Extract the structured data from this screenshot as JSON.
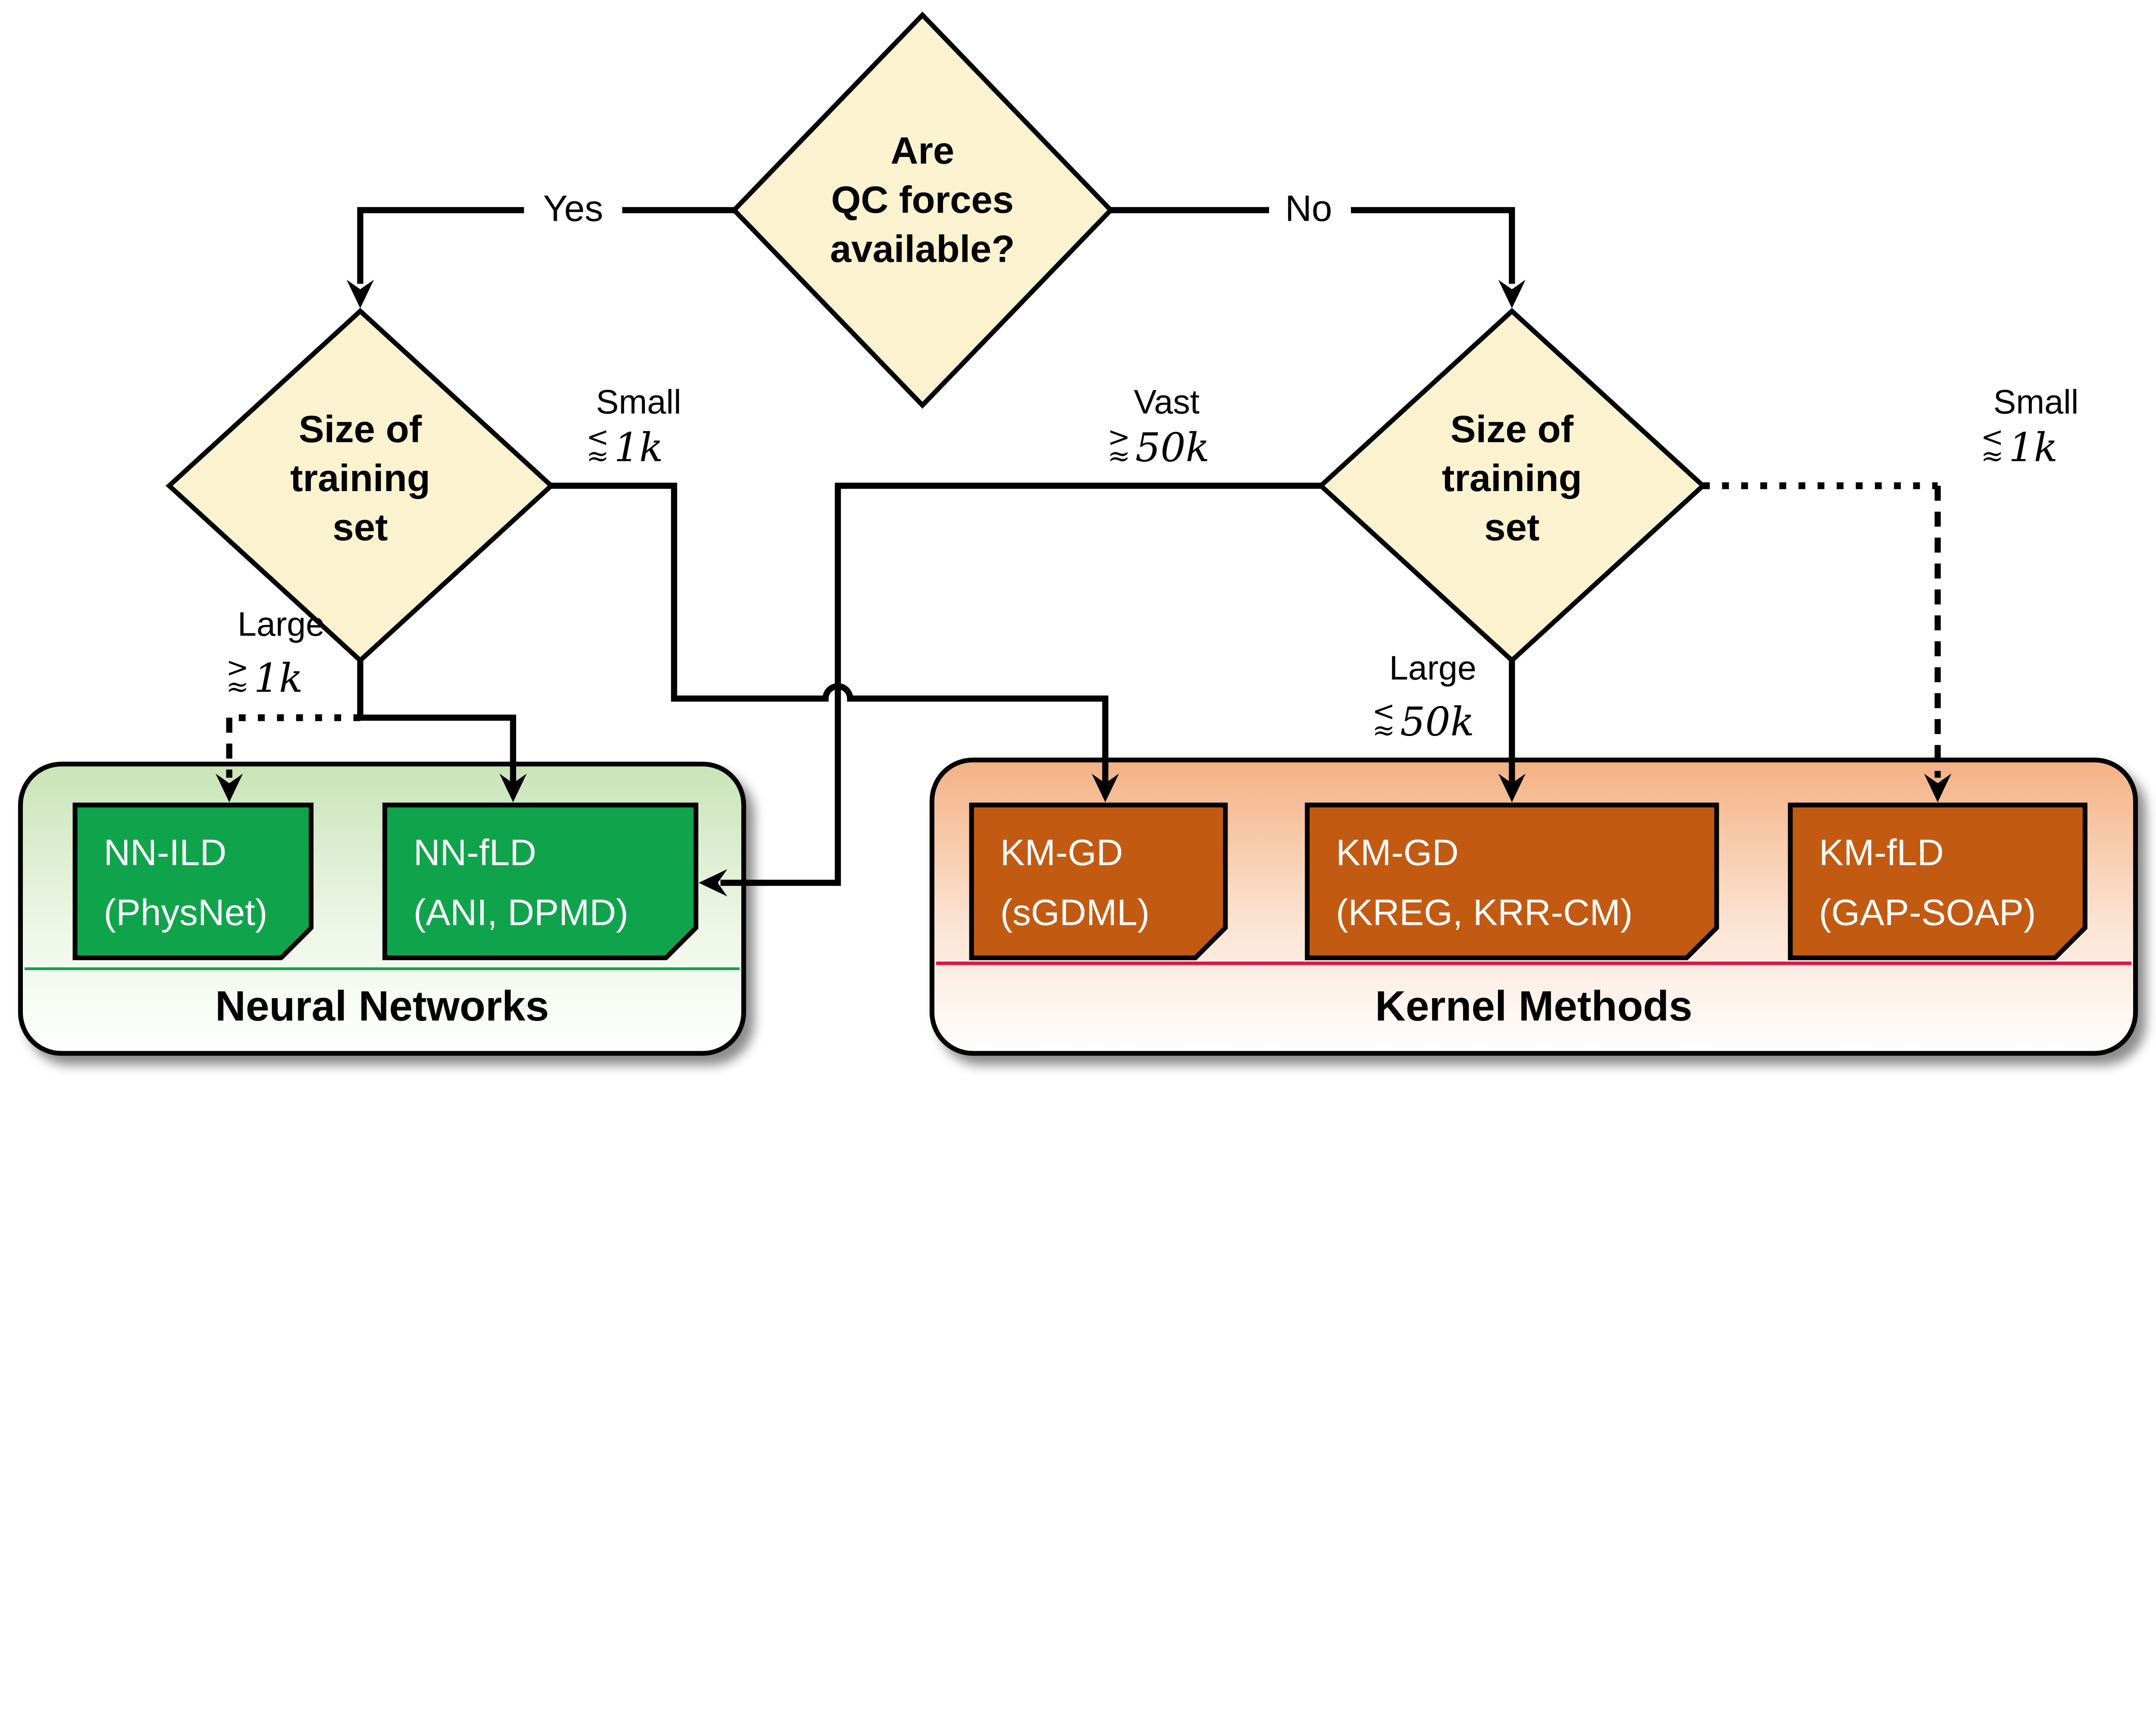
{
  "figure": {
    "type": "decision-flowchart",
    "background": "#ffffff"
  },
  "nodes": {
    "qc_forces": {
      "lines": [
        "Are",
        "QC forces",
        "available?"
      ]
    },
    "size_left": {
      "lines": [
        "Size of",
        "training",
        "set"
      ]
    },
    "size_right": {
      "lines": [
        "Size of",
        "training",
        "set"
      ]
    }
  },
  "edges": {
    "yes": {
      "label": "Yes"
    },
    "no": {
      "label": "No"
    },
    "small_left": {
      "label": "Small",
      "rel": "<",
      "tilde": "≈",
      "value": "1k"
    },
    "large_left": {
      "label": "Large",
      "rel": ">",
      "tilde": "≈",
      "value": "1k"
    },
    "vast": {
      "label": "Vast",
      "rel": ">",
      "tilde": "≈",
      "value": "50k"
    },
    "large_right": {
      "label": "Large",
      "rel": "<",
      "tilde": "≈",
      "value": "50k"
    },
    "small_right": {
      "label": "Small",
      "rel": "<",
      "tilde": "≈",
      "value": "1k"
    }
  },
  "groups": {
    "neural_networks": {
      "title": "Neural Networks",
      "boxes": [
        {
          "name": "NN-ILD",
          "detail": "(PhysNet)"
        },
        {
          "name": "NN-fLD",
          "detail": "(ANI, DPMD)"
        }
      ]
    },
    "kernel_methods": {
      "title": "Kernel Methods",
      "boxes": [
        {
          "name": "KM-GD",
          "detail": "(sGDML)"
        },
        {
          "name": "KM-GD",
          "detail": "(KREG, KRR-CM)"
        },
        {
          "name": "KM-fLD",
          "detail": "(GAP-SOAP)"
        }
      ]
    }
  },
  "colors": {
    "diamond_fill": "#FBF2D0",
    "nn_box_green": "#0FA44C",
    "km_box_orange": "#C35A11",
    "nn_panel_top": "#C9E4B6",
    "km_panel_top": "#F4B183",
    "nn_separator": "#00A650",
    "km_separator": "#E3114C",
    "line_color": "#000000"
  }
}
